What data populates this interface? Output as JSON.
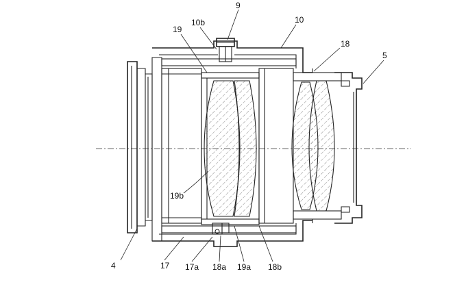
{
  "labels": {
    "l9": "9",
    "l10b": "10b",
    "l10": "10",
    "l19": "19",
    "l18": "18",
    "l5": "5",
    "l19b": "19b",
    "l4": "4",
    "l17": "17",
    "l17a": "17a",
    "l18a": "18a",
    "l19a": "19a",
    "l18b": "18b"
  }
}
